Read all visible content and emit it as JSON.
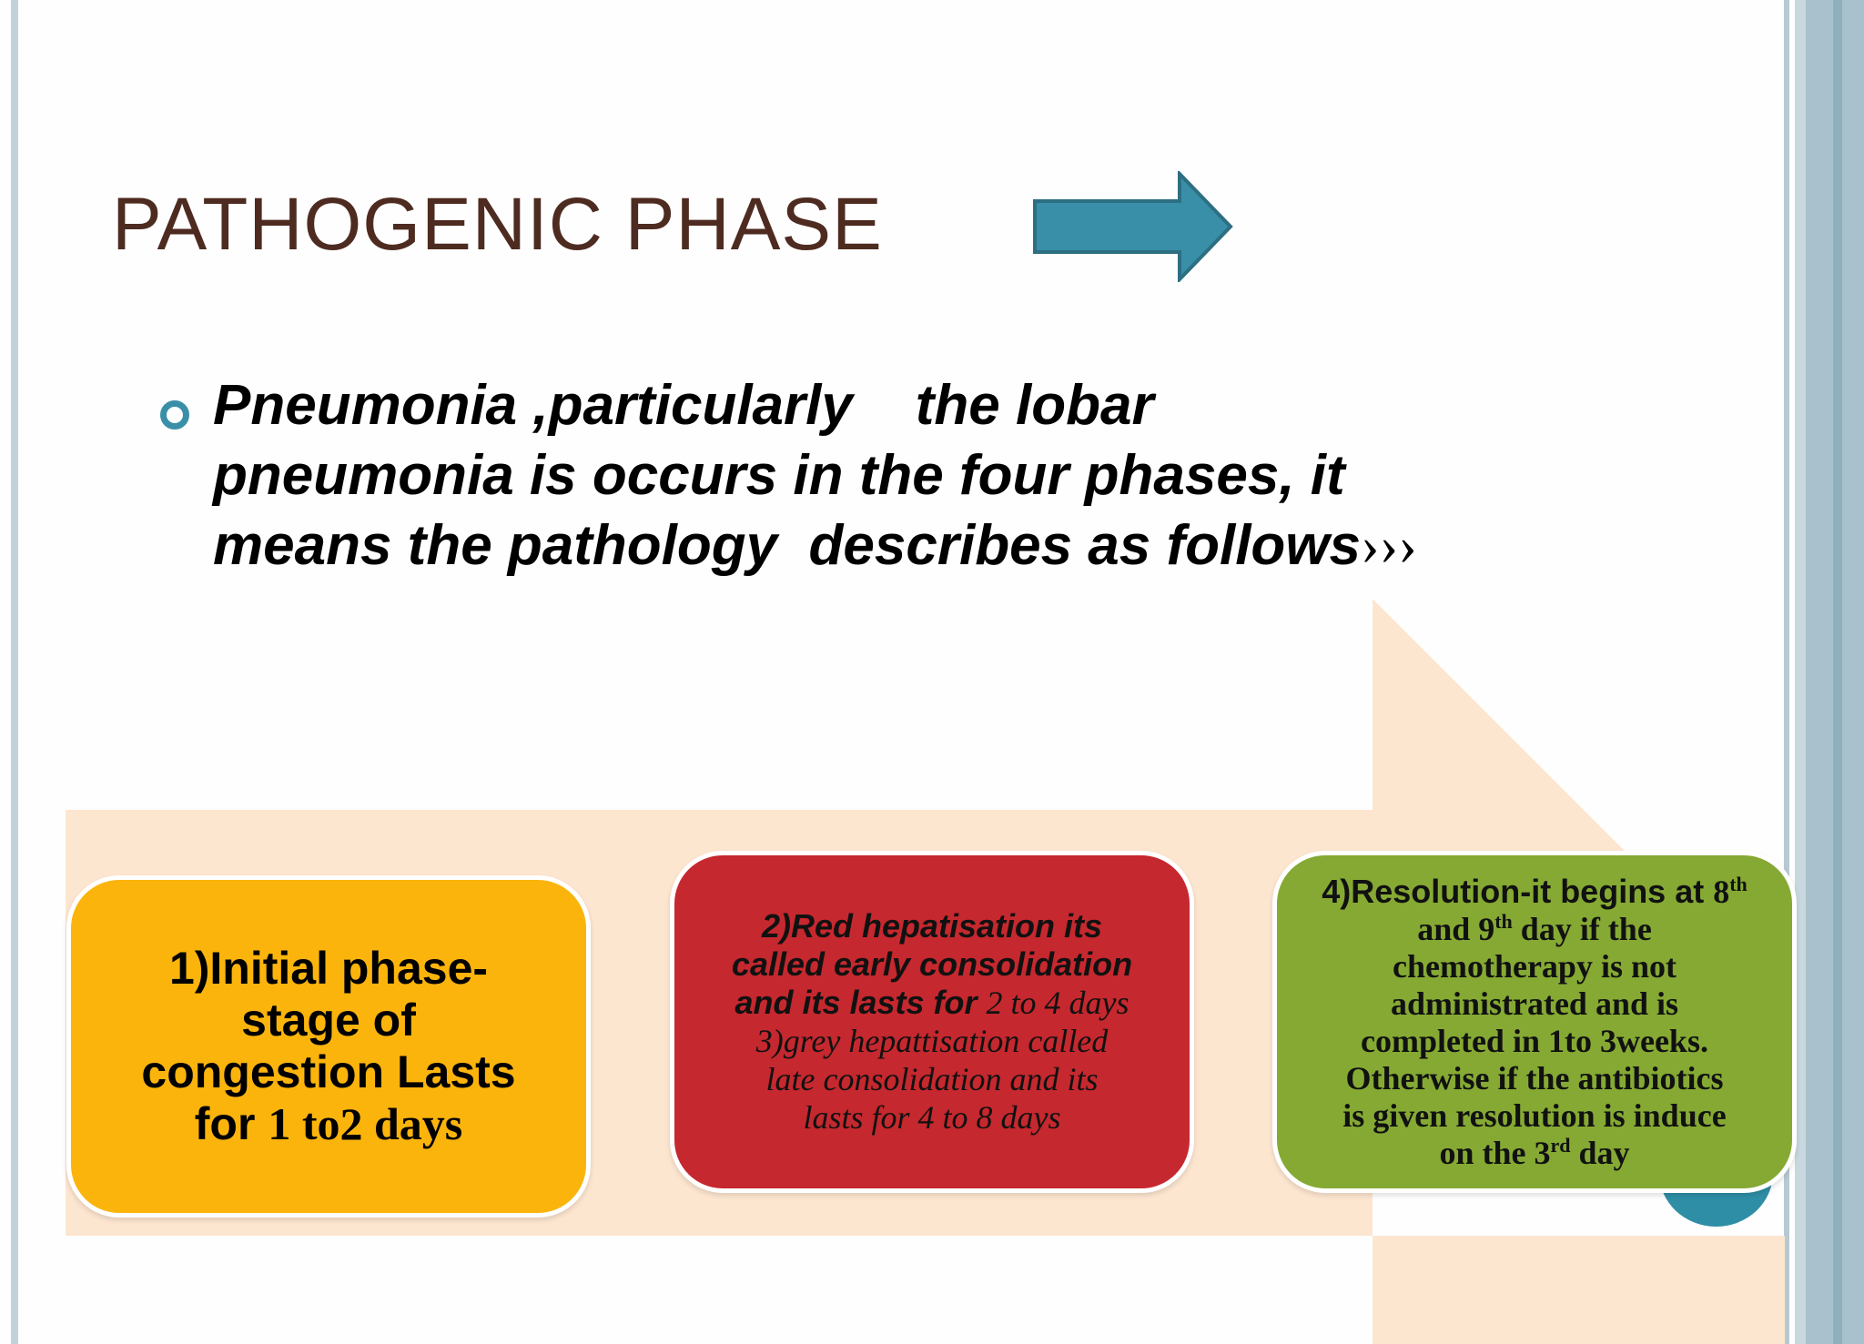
{
  "slide": {
    "title": "PATHOGENIC PHASE",
    "bullet": {
      "lines": [
        "Pneumonia ,particularly    the lobar",
        "pneumonia is occurs in the four phases, it",
        "means the pathology  describes as follows"
      ],
      "suffix": "›››"
    }
  },
  "phases": {
    "initial": {
      "line1": "1)Initial phase-",
      "line2": "stage of",
      "line3": "congestion Lasts",
      "line4_a": "for ",
      "line4_b": "1 to2 days"
    },
    "hepatisation": {
      "line1": "2)Red hepatisation its",
      "line2": "called early consolidation",
      "line3_a": "and its lasts for ",
      "line3_b": "2 to 4 days",
      "line4": "3)grey hepattisation called",
      "line5": "late consolidation and its",
      "line6": "lasts for  4 to 8 days"
    },
    "resolution": {
      "line1_a": "4)Resolution-it begins at ",
      "line1_b": "8",
      "line1_sup": "th",
      "line2_a": "and 9",
      "line2_sup": "th",
      "line2_b": " day if the",
      "line3": "chemotherapy is not",
      "line4": "administrated and is",
      "line5": "completed in 1to 3weeks.",
      "line6": "Otherwise if the antibiotics",
      "line7": "is given resolution  is  induce",
      "line8_a": "on the 3",
      "line8_sup": "rd",
      "line8_b": " day"
    }
  },
  "colors": {
    "title": "#4e2b20",
    "arrow_teal": "#3a8fa8",
    "big_arrow": "#fde6d0",
    "phase1": "#fbb40c",
    "phase2": "#c5282e",
    "phase3": "#85a933"
  }
}
